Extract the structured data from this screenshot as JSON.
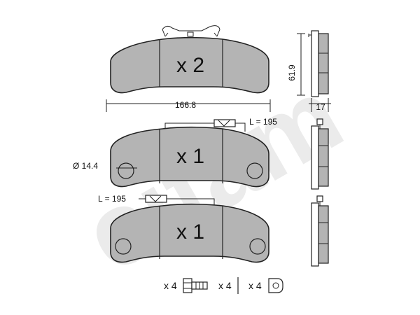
{
  "brand": {
    "watermark": "cifam"
  },
  "pads": {
    "top": {
      "quantity": "x 2"
    },
    "middle": {
      "quantity": "x 1"
    },
    "bottom": {
      "quantity": "x 1"
    }
  },
  "dimensions": {
    "width": "166.8",
    "height": "61.9",
    "thickness": "17",
    "hole_diameter": "Ø 14.4",
    "sensor_length_top": "L = 195",
    "sensor_length_bottom": "L = 195"
  },
  "accessories": {
    "bolt_quantity": "x 4",
    "pin_quantity": "x 4",
    "clip_quantity": "x 4"
  }
}
